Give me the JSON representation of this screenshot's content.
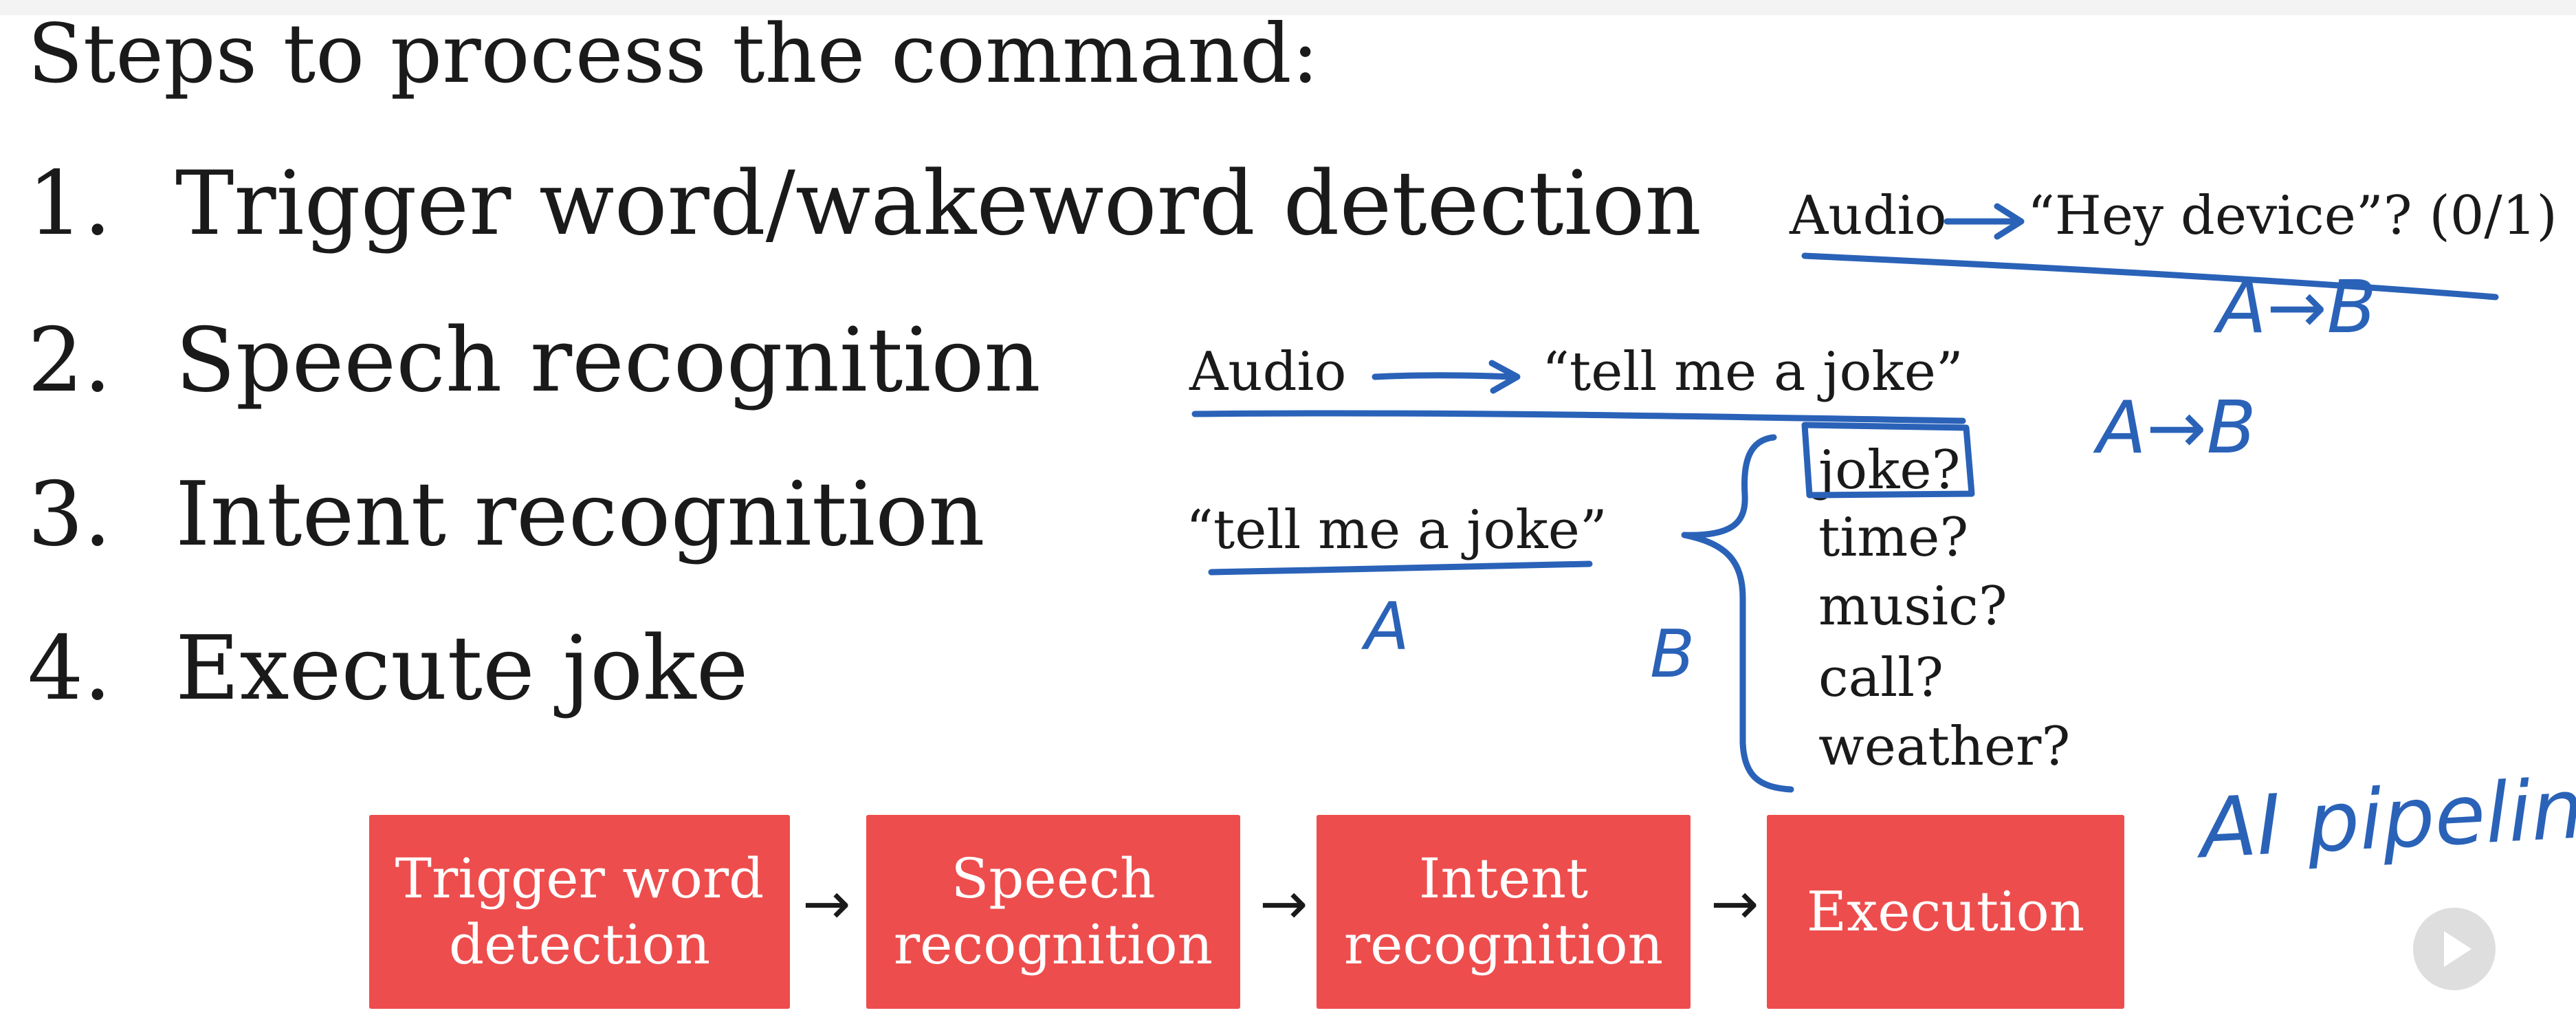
{
  "slide": {
    "title": "Steps to process the command:",
    "steps": [
      {
        "num": "1.",
        "label": "Trigger word/wakeword detection"
      },
      {
        "num": "2.",
        "label": "Speech recognition"
      },
      {
        "num": "3.",
        "label": "Intent recognition"
      },
      {
        "num": "4.",
        "label": "Execute joke"
      }
    ]
  },
  "examples": {
    "wakeword": {
      "input": "Audio",
      "output": "“Hey device”? (0/1)"
    },
    "speech": {
      "input": "Audio",
      "output": "“tell me a joke”"
    },
    "intent": {
      "input": "“tell me a joke”",
      "options": [
        "joke?",
        "time?",
        "music?",
        "call?",
        "weather?"
      ]
    }
  },
  "pipeline": {
    "boxes": [
      {
        "line1": "Trigger word",
        "line2": "detection"
      },
      {
        "line1": "Speech",
        "line2": "recognition"
      },
      {
        "line1": "Intent",
        "line2": "recognition"
      },
      {
        "line1": "Execution",
        "line2": ""
      }
    ],
    "arrow": "→",
    "box_color": "#ee4d4d"
  },
  "annotations": {
    "ab_1": "A→B",
    "ab_2": "A→B",
    "a": "A",
    "b": "B",
    "pipeline_note": "AI pipeline",
    "ink_color": "#2a62b8"
  },
  "player": {
    "play_icon": "play-icon"
  }
}
